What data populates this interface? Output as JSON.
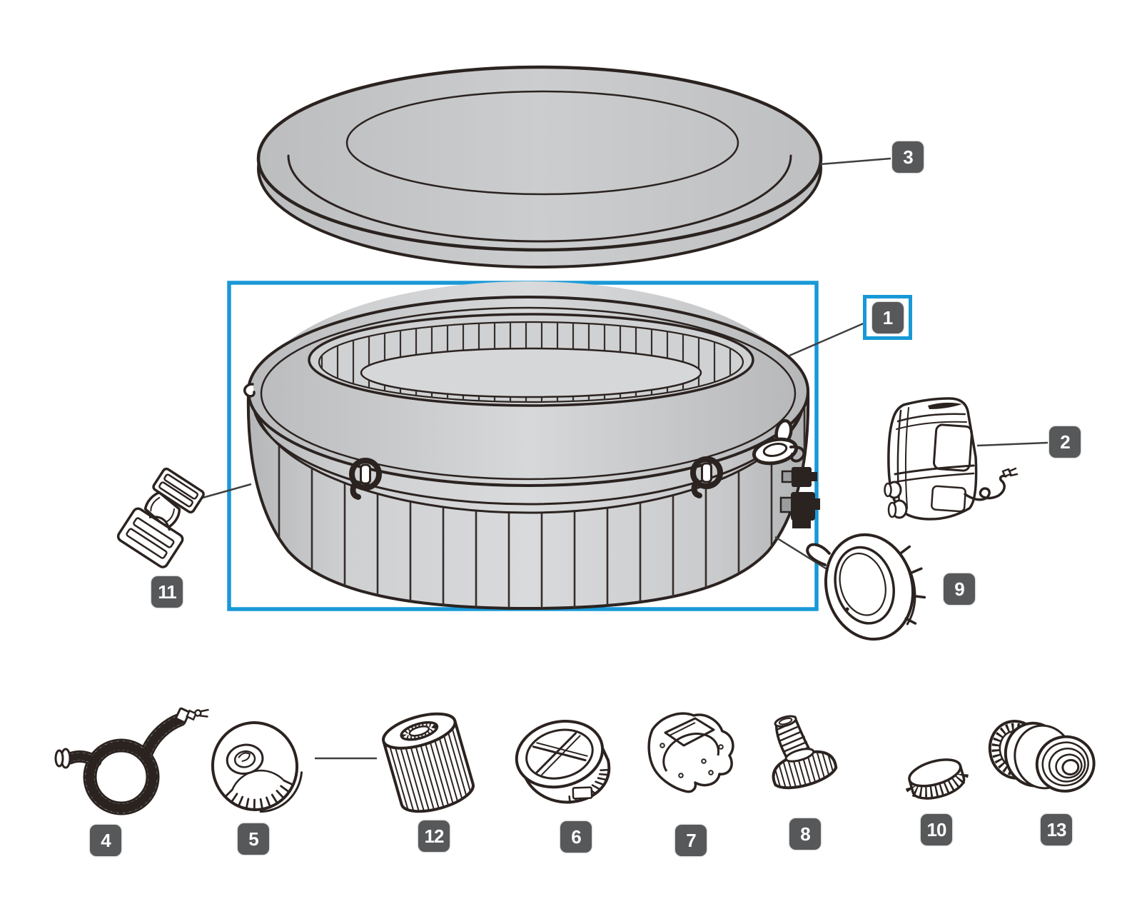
{
  "diagram": {
    "figure_type": "exploded parts diagram",
    "highlighted_part": "1",
    "colors": {
      "accent_blue": "#1899d6",
      "badge_background": "#57585a",
      "badge_text": "#ffffff",
      "line_art": "#2b2320",
      "shade_gray": "#cbccce"
    },
    "parts": [
      {
        "number": "1"
      },
      {
        "number": "2"
      },
      {
        "number": "3"
      },
      {
        "number": "4"
      },
      {
        "number": "5"
      },
      {
        "number": "6"
      },
      {
        "number": "7"
      },
      {
        "number": "8"
      },
      {
        "number": "9"
      },
      {
        "number": "10"
      },
      {
        "number": "11"
      },
      {
        "number": "12"
      },
      {
        "number": "13"
      }
    ]
  }
}
